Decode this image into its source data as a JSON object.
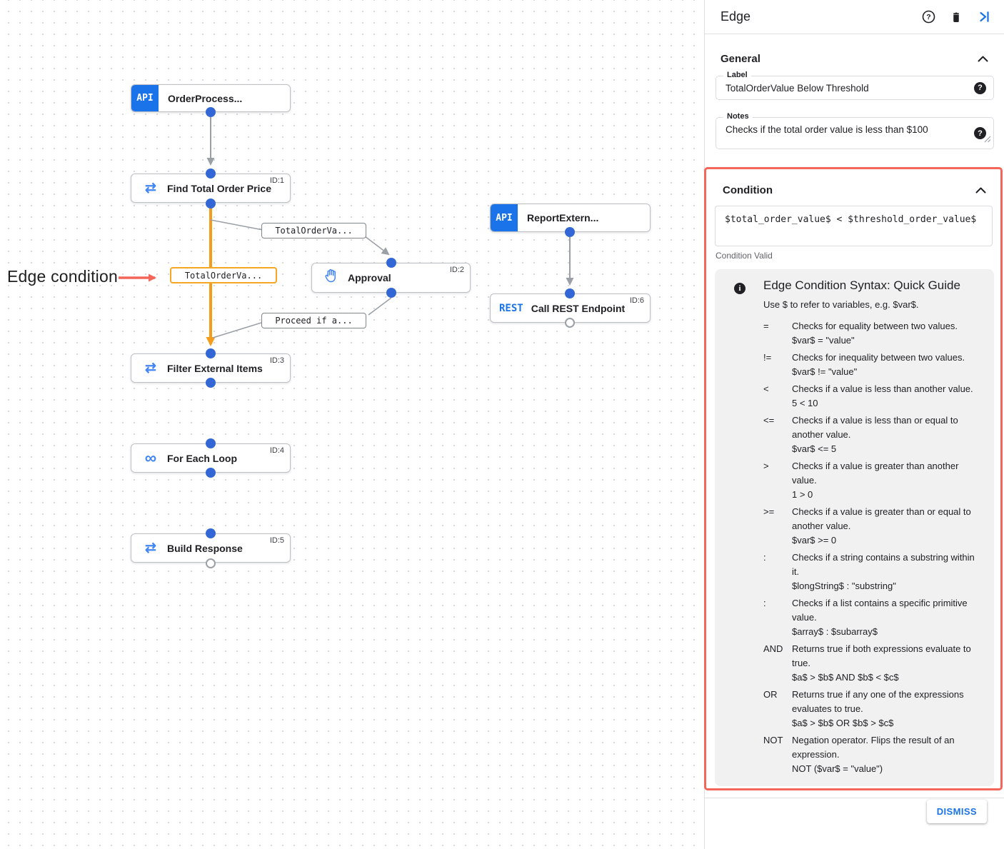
{
  "canvas": {
    "annotation": {
      "text": "Edge condition"
    },
    "icons": {
      "data_mapping_glyph": "⇄",
      "loop_glyph": "∞"
    },
    "nodes": [
      {
        "label": "OrderProcess...",
        "badge": "API",
        "id": ""
      },
      {
        "label": "Find Total Order Price",
        "id": "ID:1"
      },
      {
        "label": "ReportExtern...",
        "badge": "API",
        "id": ""
      },
      {
        "label": "Approval",
        "id": "ID:2"
      },
      {
        "label": "Call REST Endpoint",
        "badge": "REST",
        "id": "ID:6"
      },
      {
        "label": "Filter External Items",
        "id": "ID:3"
      },
      {
        "label": "For Each Loop",
        "id": "ID:4"
      },
      {
        "label": "Build Response",
        "id": "ID:5"
      }
    ],
    "edge_labels": [
      {
        "text": "TotalOrderVa...",
        "highlighted": false
      },
      {
        "text": "TotalOrderVa...",
        "highlighted": true
      },
      {
        "text": "Proceed if a...",
        "highlighted": false
      }
    ]
  },
  "panel": {
    "title": "Edge",
    "general": {
      "section_label": "General",
      "label_field": {
        "label": "Label",
        "value": "TotalOrderValue Below Threshold"
      },
      "notes_field": {
        "label": "Notes",
        "value": "Checks if the total order value is less than $100"
      }
    },
    "condition": {
      "section_label": "Condition",
      "expression": "$total_order_value$ < $threshold_order_value$",
      "status": "Condition Valid",
      "guide": {
        "title": "Edge Condition Syntax: Quick Guide",
        "subtitle": "Use $ to refer to variables, e.g. $var$.",
        "rows": [
          {
            "op": "=",
            "desc": "Checks for equality between two values.",
            "example": "$var$ = \"value\""
          },
          {
            "op": "!=",
            "desc": "Checks for inequality between two values.",
            "example": "$var$ != \"value\""
          },
          {
            "op": "<",
            "desc": "Checks if a value is less than another value.",
            "example": "5 < 10"
          },
          {
            "op": "<=",
            "desc": "Checks if a value is less than or equal to another value.",
            "example": "$var$ <= 5"
          },
          {
            "op": ">",
            "desc": "Checks if a value is greater than another value.",
            "example": "1 > 0"
          },
          {
            "op": ">=",
            "desc": "Checks if a value is greater than or equal to another value.",
            "example": "$var$ >= 0"
          },
          {
            "op": ":",
            "desc": "Checks if a string contains a substring within it.",
            "example": "$longString$ : \"substring\""
          },
          {
            "op": ":",
            "desc": "Checks if a list contains a specific primitive value.",
            "example": "$array$ : $subarray$"
          },
          {
            "op": "AND",
            "desc": "Returns true if both expressions evaluate to true.",
            "example": "$a$ > $b$ AND $b$ < $c$"
          },
          {
            "op": "OR",
            "desc": "Returns true if any one of the expressions evaluates to true.",
            "example": "$a$ > $b$ OR $b$ > $c$"
          },
          {
            "op": "NOT",
            "desc": "Negation operator. Flips the result of an expression.",
            "example": "NOT ($var$ = \"value\")"
          }
        ]
      }
    },
    "dismiss_label": "DISMISS"
  },
  "colors": {
    "accent_blue": "#1a73e8",
    "node_icon_blue": "#4285f4",
    "connector_dot_blue": "#3367d6",
    "edge_gray": "#9aa0a6",
    "selected_edge_orange": "#f49d1a",
    "highlight_red": "#f4655a"
  }
}
